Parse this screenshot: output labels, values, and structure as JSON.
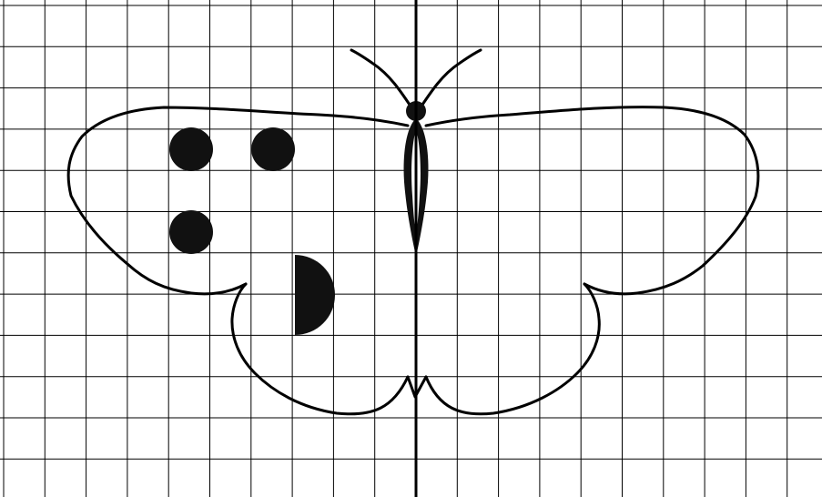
{
  "figure": {
    "subject_icon": "butterfly-icon",
    "grid": {
      "columns": 20,
      "rows": 12,
      "line_color": "#000000"
    },
    "symmetry_line": {
      "orientation": "vertical",
      "color": "#000000"
    },
    "colors": {
      "background": "#ffffff",
      "outline": "#000000",
      "spot_fill": "#111111"
    },
    "spots_left_wing": [
      {
        "shape": "circle",
        "name": "upper-left-spot"
      },
      {
        "shape": "circle",
        "name": "upper-right-spot"
      },
      {
        "shape": "circle",
        "name": "middle-left-spot"
      },
      {
        "shape": "semicircle",
        "name": "half-spot"
      }
    ],
    "spots_right_wing": []
  }
}
